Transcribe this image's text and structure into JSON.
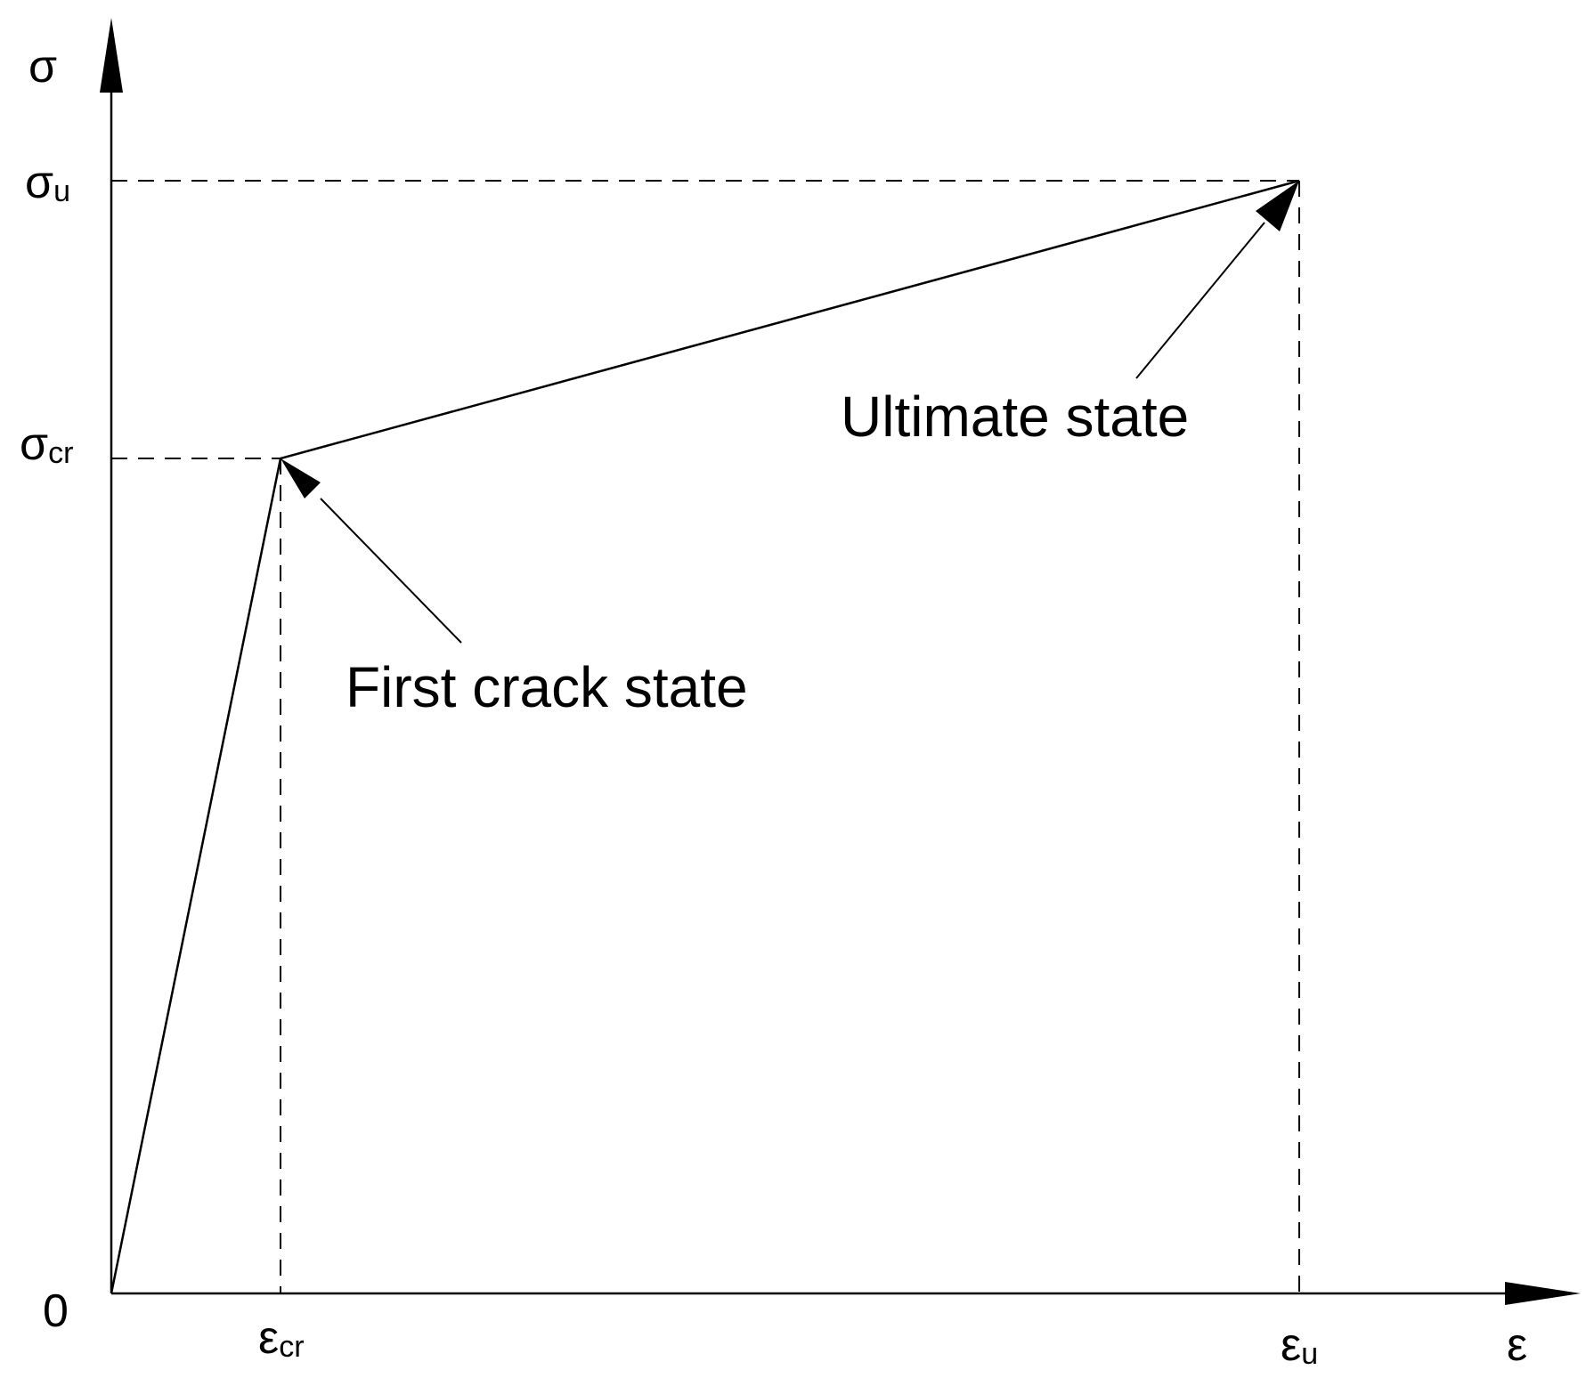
{
  "axes": {
    "y_symbol": "σ",
    "x_symbol": "ε",
    "origin_label": "0"
  },
  "ticks": {
    "sigma_u": {
      "base": "σ",
      "sub": "u"
    },
    "sigma_cr": {
      "base": "σ",
      "sub": "cr"
    },
    "epsilon_cr": {
      "base": "ε",
      "sub": "cr"
    },
    "epsilon_u": {
      "base": "ε",
      "sub": "u"
    }
  },
  "annotations": {
    "first_crack": "First crack state",
    "ultimate": "Ultimate state"
  },
  "colors": {
    "line": "#000000",
    "background": "#ffffff"
  }
}
